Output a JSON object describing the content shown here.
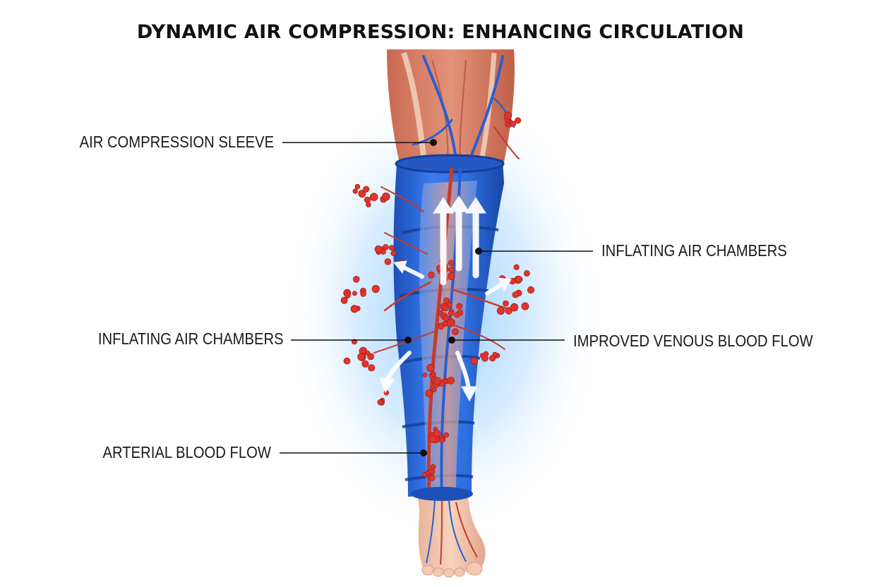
{
  "title": "DYNAMIC AIR COMPRESSION: ENHANCING CIRCULATION",
  "labels": {
    "air_compression_sleeve": "AIR COMPRESSION SLEEVE",
    "inflating_air_chambers_right": "INFLATING AIR CHAMBERS",
    "inflating_air_chambers_left": "INFLATING AIR CHAMBERS",
    "improved_venous_blood_flow": "IMPROVED VENOUS BLOOD FLOW",
    "arterial_blood_flow": "ARTERIAL BLOOD FLOW"
  },
  "colors": {
    "sleeve": "#2f6fe0",
    "sleeve_dark": "#1d4fb8",
    "glow": "#6fb8ff",
    "muscle": "#d9826a",
    "vein": "#2a5fd0",
    "artery": "#c83a2a",
    "blood_cell": "#e0342c",
    "skin": "#f2c7ae",
    "arrow": "#ffffff",
    "leader": "#111111"
  }
}
